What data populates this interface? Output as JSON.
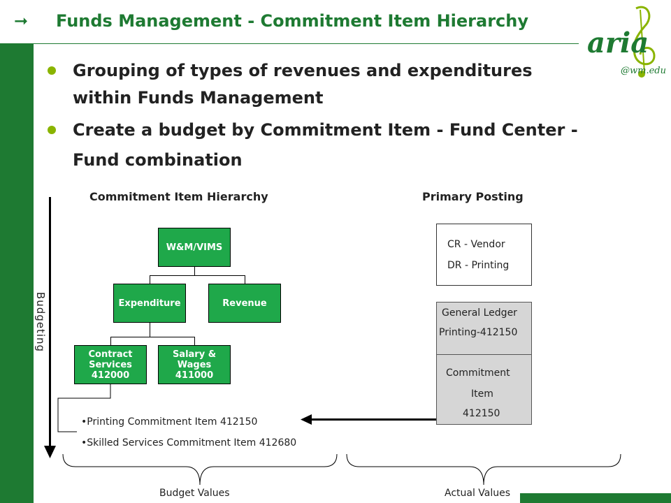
{
  "title": "Funds Management - Commitment Item Hierarchy",
  "title_arrow": "➞",
  "logo": {
    "text": "aria",
    "subtext": "@wm.edu"
  },
  "bullets": [
    {
      "line1": "Grouping of types of revenues and expenditures",
      "line2": "within Funds Management"
    },
    {
      "line1": "Create a budget by Commitment Item - Fund Center -",
      "line2": "Fund combination"
    }
  ],
  "hierarchy": {
    "heading": "Commitment Item Hierarchy",
    "root": "W&M/VIMS",
    "expenditure": "Expenditure",
    "revenue": "Revenue",
    "contract": [
      "Contract",
      "Services",
      "412000"
    ],
    "salary": [
      "Salary &",
      "Wages",
      "411000"
    ]
  },
  "budgeting_label": "Budgeting",
  "primary": {
    "heading": "Primary Posting",
    "cr": "CR - Vendor",
    "dr": "DR - Printing",
    "gl1": "General Ledger",
    "gl2": "Printing-412150",
    "ci1": "Commitment",
    "ci2": "Item",
    "ci3": "412150"
  },
  "items": [
    "Printing Commitment Item 412150",
    "Skilled Services Commitment Item 412680"
  ],
  "budget_values": "Budget Values",
  "actual_values": "Actual Values",
  "colors": {
    "brand_green": "#1e7a32",
    "box_green": "#1fa84a",
    "bullet": "#8ab400",
    "logo": "#8ab400"
  }
}
